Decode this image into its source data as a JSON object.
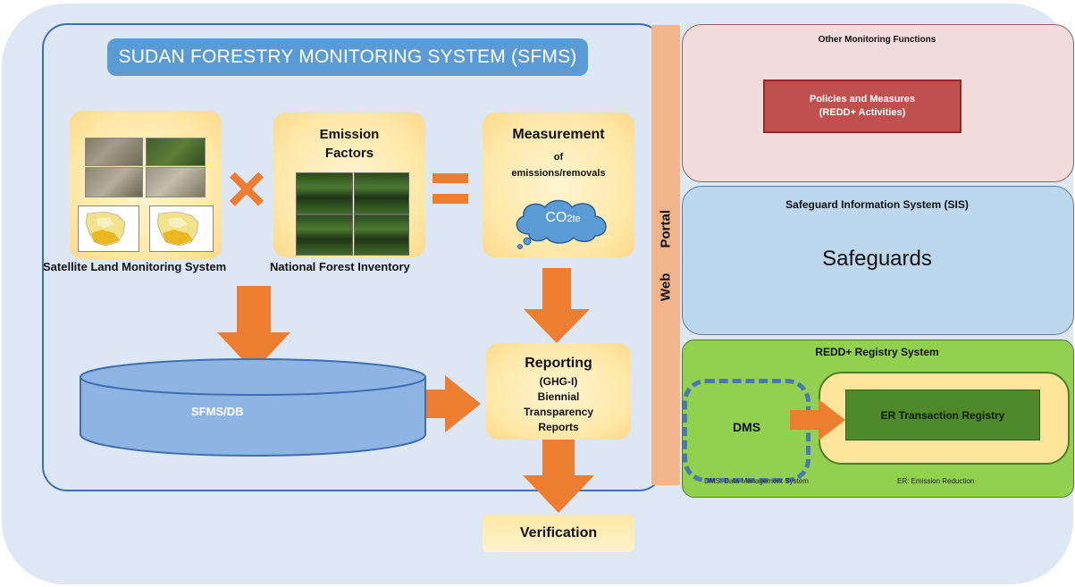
{
  "sfms": {
    "title": "SUDAN FORESTRY MONITORING SYSTEM (SFMS)",
    "satellite_caption": "Satellite Land Monitoring System",
    "emission_title_1": "Emission",
    "emission_title_2": "Factors",
    "nfi_caption": "National Forest Inventory",
    "measurement_title": "Measurement",
    "measurement_sub_1": "of",
    "measurement_sub_2": "emissions/removals",
    "cloud_text_main": "CO",
    "cloud_text_sub": "2te",
    "database_label": "SFMS/DB",
    "reporting_lines": [
      "Reporting",
      "(GHG-I)",
      "Biennial",
      "Transparency",
      "Reports"
    ],
    "verification": "Verification",
    "operator_times": "×",
    "operator_equals": "="
  },
  "web_portal": "Web Portal",
  "other_monitoring": {
    "title": "Other Monitoring Functions",
    "pm_line1": "Policies and Measures",
    "pm_line2": "(REDD+ Activities)"
  },
  "safeguards": {
    "title": "Safeguard Information System (SIS)",
    "label": "Safeguards"
  },
  "redd_registry": {
    "title": "REDD+ Registry System",
    "dms": "DMS",
    "dms_note": "DMS: Data Management System",
    "er_registry": "ER Transaction Registry",
    "er_note": "ER: Emission Reduction"
  },
  "colors": {
    "arrow": "#ed7d31",
    "title_bar": "#5b9bd5",
    "database": "#8eb4e3",
    "web_portal": "#f2b48b",
    "other_monitoring_bg": "#f2dcdb",
    "policies_box": "#c0504d",
    "sis_bg": "#bdd7ee",
    "redd_bg": "#92d050",
    "er_registry": "#4e8a2c"
  }
}
